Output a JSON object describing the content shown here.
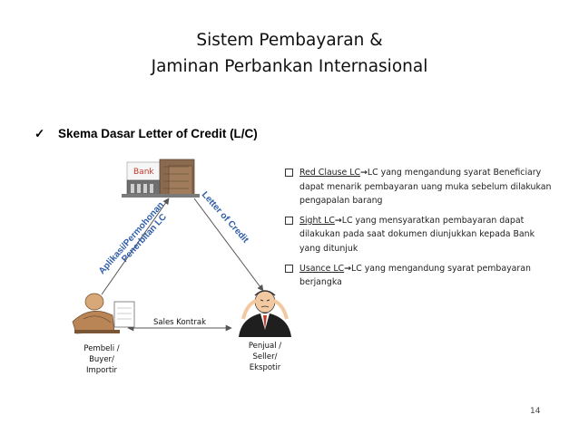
{
  "slide": {
    "title_line1": "Sistem Pembayaran &",
    "title_line2": "Jaminan Perbankan Internasional",
    "check_icon": "✓",
    "subtitle": "Skema Dasar Letter of Credit (L/C)",
    "page_number": "14"
  },
  "diagram": {
    "bank_label": "Bank",
    "left_arrow_line1": "Aplikasi/Permohonan",
    "left_arrow_line2": "Penerbitan LC",
    "right_arrow_label": "Letter of Credit",
    "bottom_arrow_label": "Sales Kontrak",
    "buyer_label": [
      "Pembeli /",
      "Buyer/",
      "Importir"
    ],
    "seller_label": [
      "Penjual /",
      "Seller/",
      "Ekspotir"
    ],
    "colors": {
      "bank_label": "#c0392b",
      "arrow_text": "#2f5da8",
      "line": "#555555"
    }
  },
  "bullets": [
    {
      "term": "Red Clause LC",
      "arrow": "→",
      "text": "LC yang mengandung syarat Beneficiary dapat menarik pembayaran uang muka sebelum dilakukan pengapalan barang"
    },
    {
      "term": "Sight LC",
      "arrow": "→",
      "text": "LC yang mensyaratkan pembayaran dapat dilakukan pada saat dokumen diunjukkan   kepada Bank yang ditunjuk"
    },
    {
      "term": "Usance LC",
      "arrow": "→",
      "text": "LC yang mengandung syarat pembayaran berjangka"
    }
  ]
}
